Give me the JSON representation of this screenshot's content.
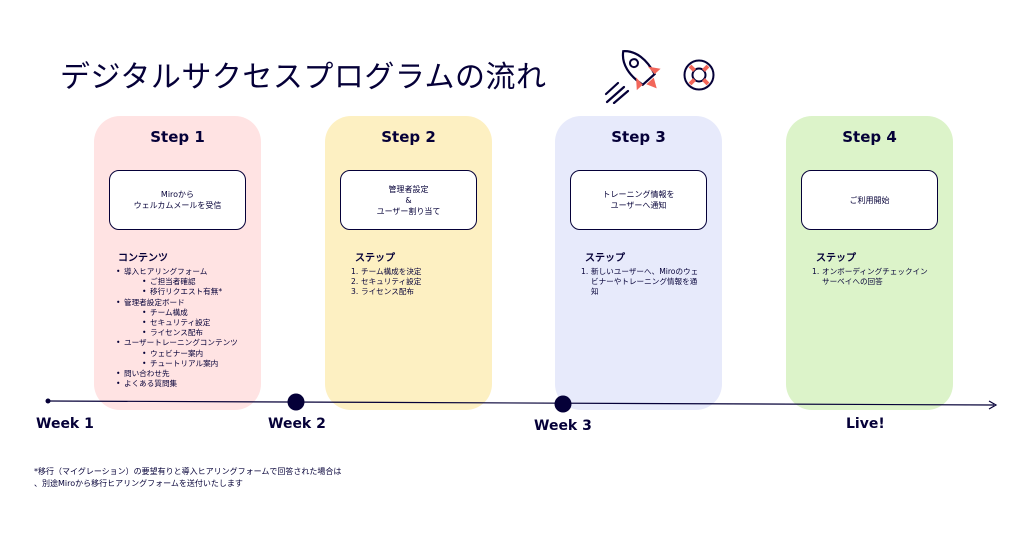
{
  "title": "デジタルサクセスプログラムの流れ",
  "colors": {
    "text": "#050038",
    "step1_bg": "#ffe3e3",
    "step2_bg": "#fdf0c2",
    "step3_bg": "#e7eafb",
    "step4_bg": "#dcf3c9",
    "rocket_accent": "#f2665a"
  },
  "icons": [
    "rocket-icon",
    "lifebuoy-icon"
  ],
  "steps": [
    {
      "title": "Step 1",
      "description": "Miroから\nウェルカムメールを受信",
      "section_label": "コンテンツ",
      "items": [
        {
          "text": "導入ヒアリングフォーム",
          "level": 1
        },
        {
          "text": "ご担当者確認",
          "level": 2
        },
        {
          "text": "移行リクエスト有無*",
          "level": 2
        },
        {
          "text": "管理者設定ボード",
          "level": 1
        },
        {
          "text": "チーム構成",
          "level": 2
        },
        {
          "text": "セキュリティ設定",
          "level": 2
        },
        {
          "text": "ライセンス配布",
          "level": 2
        },
        {
          "text": "ユーザートレーニングコンテンツ",
          "level": 1
        },
        {
          "text": "ウェビナー案内",
          "level": 2
        },
        {
          "text": "チュートリアル案内",
          "level": 2
        },
        {
          "text": "問い合わせ先",
          "level": 1
        },
        {
          "text": "よくある質問集",
          "level": 1
        }
      ]
    },
    {
      "title": "Step 2",
      "description": "管理者設定\n&\nユーザー割り当て",
      "section_label": "ステップ",
      "items": [
        {
          "num": "1.",
          "text": "チーム構成を決定"
        },
        {
          "num": "2.",
          "text": "セキュリティ設定"
        },
        {
          "num": "3.",
          "text": "ライセンス配布"
        }
      ]
    },
    {
      "title": "Step 3",
      "description": "トレーニング情報を\nユーザーへ通知",
      "section_label": "ステップ",
      "items": [
        {
          "num": "1.",
          "text": "新しいユーザーへ、Miroのウェビナーやトレーニング情報を通知"
        }
      ]
    },
    {
      "title": "Step 4",
      "description": "ご利用開始",
      "section_label": "ステップ",
      "items": [
        {
          "num": "1.",
          "text": "オンボーディングチェックインサーベイへの回答"
        }
      ]
    }
  ],
  "timeline": {
    "labels": [
      "Week 1",
      "Week 2",
      "Week 3",
      "Live!"
    ]
  },
  "footnote": "*移行（マイグレーション）の要望有りと導入ヒアリングフォームで回答された場合は\n、別途Miroから移行ヒアリングフォームを送付いたします"
}
